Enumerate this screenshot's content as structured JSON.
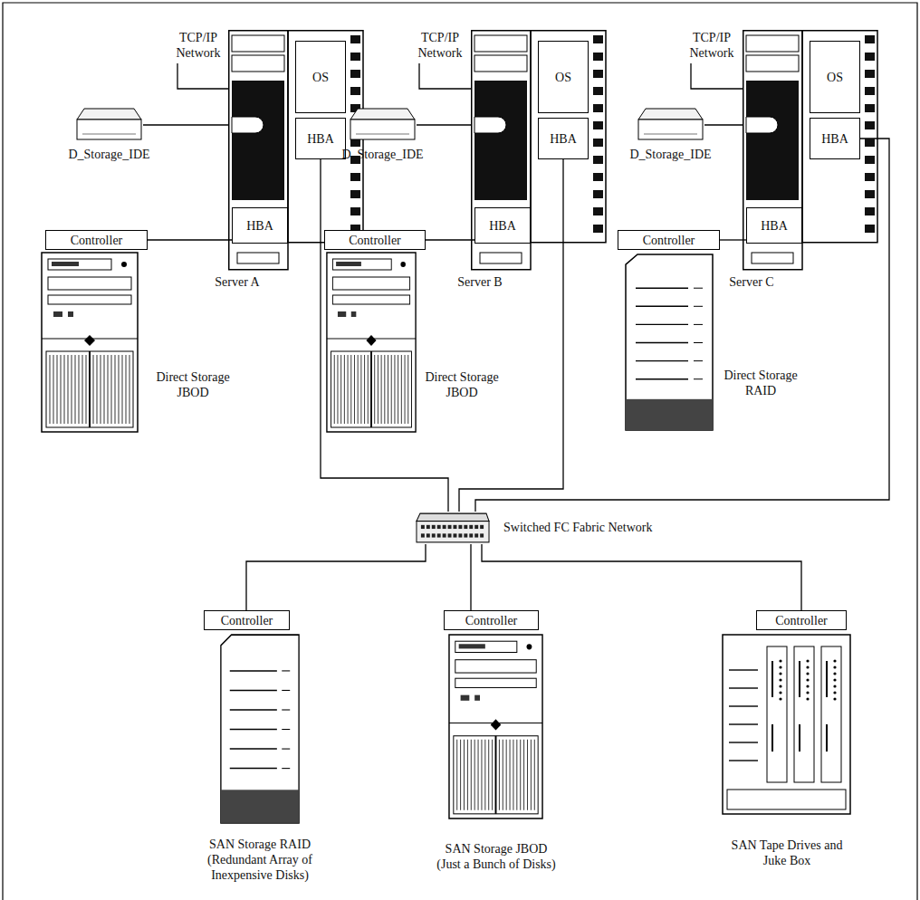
{
  "diagram": {
    "nodes": [
      {
        "text": [
          "Server A"
        ]
      },
      {
        "text": [
          "OS"
        ],
        "in": 0
      },
      {
        "text": [
          "HBA"
        ],
        "in": 0
      },
      {
        "text": [
          "HBA"
        ],
        "in": 0
      },
      {
        "text": [
          "Server B"
        ]
      },
      {
        "text": [
          "OS"
        ],
        "in": 4
      },
      {
        "text": [
          "HBA"
        ],
        "in": 4
      },
      {
        "text": [
          "HBA"
        ],
        "in": 4
      },
      {
        "text": [
          "Server C"
        ]
      },
      {
        "text": [
          "OS"
        ],
        "in": 8
      },
      {
        "text": [
          "HBA"
        ],
        "in": 8
      },
      {
        "text": [
          "HBA"
        ],
        "in": 8
      },
      {
        "text": [
          "D_Storage_IDE"
        ]
      },
      {
        "text": [
          "D_Storage_IDE"
        ]
      },
      {
        "text": [
          "D_Storage_IDE"
        ]
      },
      {
        "text": [
          "Controller"
        ]
      },
      {
        "text": [
          "Direct Storage JBOD"
        ]
      },
      {
        "text": [
          "Controller"
        ]
      },
      {
        "text": [
          "Direct Storage JBOD"
        ]
      },
      {
        "text": [
          "Controller"
        ]
      },
      {
        "text": [
          "Direct Storage RAID"
        ]
      },
      {
        "text": [
          "Switched FC Fabric Network"
        ]
      },
      {
        "text": [
          "Controller"
        ]
      },
      {
        "text": [
          "SAN Storage RAID",
          "(Redundant Array of Inexpensive Disks)"
        ]
      },
      {
        "text": [
          "Controller"
        ]
      },
      {
        "text": [
          "SAN Storage JBOD",
          "(Just a Bunch of Disks)"
        ]
      },
      {
        "text": [
          "Controller"
        ]
      },
      {
        "text": [
          "SAN Tape Drives and Juke Box"
        ]
      }
    ],
    "edges": [
      {
        "from": 12,
        "to": 0,
        "arrow": "none"
      },
      {
        "from": 15,
        "to": 3,
        "arrow": "none"
      },
      {
        "from": 2,
        "to": 21,
        "arrow": "none"
      },
      {
        "from": 13,
        "to": 4,
        "arrow": "none"
      },
      {
        "from": 17,
        "to": 7,
        "arrow": "none"
      },
      {
        "from": 6,
        "to": 21,
        "arrow": "none"
      },
      {
        "from": 14,
        "to": 8,
        "arrow": "none"
      },
      {
        "from": 19,
        "to": 11,
        "arrow": "none"
      },
      {
        "from": 10,
        "to": 21,
        "arrow": "none"
      },
      {
        "from": 21,
        "to": 22,
        "arrow": "none"
      },
      {
        "from": 21,
        "to": 24,
        "arrow": "none"
      },
      {
        "from": 21,
        "to": 26,
        "arrow": "none"
      }
    ],
    "labels": [
      "TCP/IP Network",
      "TCP/IP Network",
      "TCP/IP Network"
    ]
  }
}
